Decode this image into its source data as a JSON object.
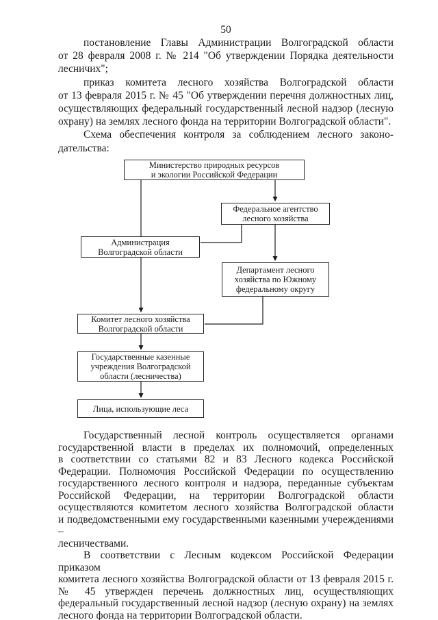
{
  "page": {
    "number": "50"
  },
  "paragraphs": [
    {
      "lines": [
        "постановление Главы Администрации Волгоградской области",
        "от 28 февраля 2008 г. № 214 \"Об утверждении Порядка деятельности",
        "лесничих\";"
      ]
    },
    {
      "lines": [
        "приказ комитета лесного хозяйства Волгоградской области",
        "от 13 февраля 2015 г. № 45 \"Об утверждении перечня должностных лиц,",
        "осуществляющих федеральный государственный лесной надзор (лесную",
        "охрану) на землях лесного фонда на территории Волгоградской области\"."
      ]
    },
    {
      "lines": [
        "Схема обеспечения контроля за соблюдением лесного законо-",
        "дательства:"
      ]
    },
    {
      "lines": [
        "Государственный лесной контроль осуществляется органами",
        "государственной власти в пределах их полномочий, определенных",
        "в соответствии со статьями 82 и 83 Лесного кодекса Российской",
        "Федерации. Полномочия Российской Федерации по осуществлению",
        "государственного лесного контроля и надзора, переданные субъектам",
        "Российской Федерации, на территории Волгоградской области",
        "осуществляются комитетом лесного хозяйства Волгоградской области",
        "и подведомственными ему государственными казенными учереждениями –",
        "лесничествами."
      ]
    },
    {
      "lines": [
        "В соответствии с Лесным кодексом Российской Федерации приказом",
        "комитета лесного хозяйства Волгоградской области от 13 февраля 2015 г.",
        "№ 45 утвержден перечень должностных лиц, осуществляющих",
        "федеральный государственный лесной надзор (лесную охрану) на землях",
        "лесного фонда на территории Волгоградской области."
      ]
    }
  ],
  "diagram": {
    "boxes": {
      "ministry": "Министерство природных ресурсов\nи экологии Российской Федерации",
      "fed_agency": "Федеральное агентство\nлесного хозяйства",
      "administration": "Администрация\nВолгоградской области",
      "department": "Департамент лесного\nхозяйства по Южному\nфедеральному округу",
      "committee": "Комитет лесного хозяйства\nВолгоградской области",
      "institutions": "Государственные казенные\nучреждения Волгоградской\nобласти (лесничества)",
      "forest_users": "Лица, использующие леса"
    },
    "line_color": "#1a1a1a"
  }
}
